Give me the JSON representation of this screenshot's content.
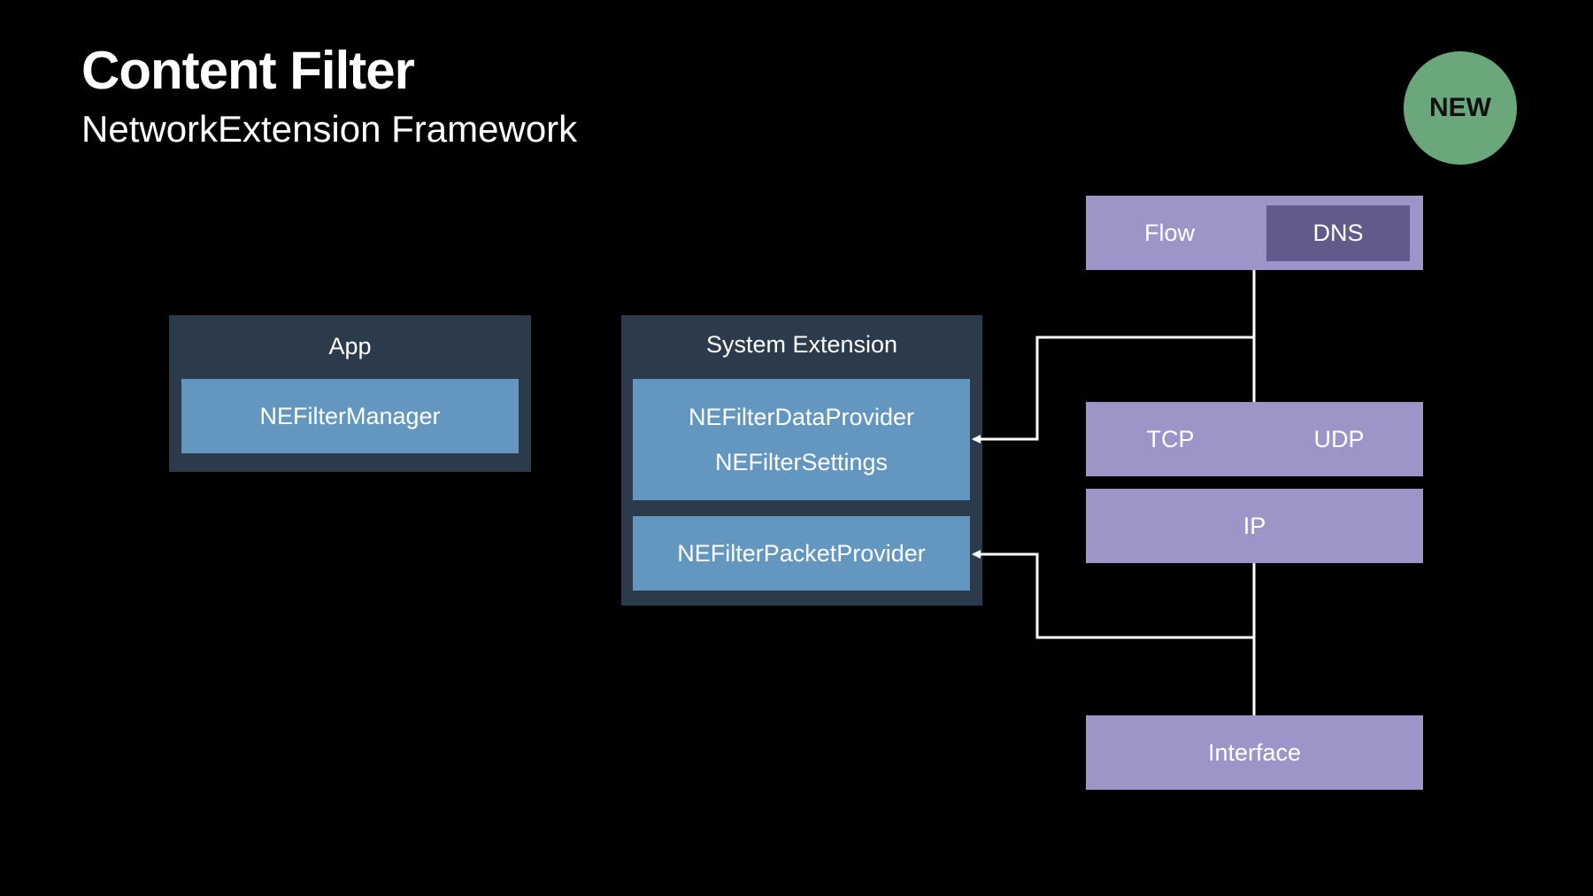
{
  "header": {
    "title": "Content Filter",
    "subtitle": "NetworkExtension Framework",
    "badge": "NEW"
  },
  "app_panel": {
    "label": "App",
    "manager": "NEFilterManager"
  },
  "system_extension_panel": {
    "label": "System Extension",
    "data_provider": "NEFilterDataProvider",
    "settings": "NEFilterSettings",
    "packet_provider": "NEFilterPacketProvider"
  },
  "network_stack": {
    "flow": "Flow",
    "dns": "DNS",
    "tcp": "TCP",
    "udp": "UDP",
    "ip": "IP",
    "interface": "Interface"
  },
  "colors": {
    "background": "#000000",
    "panel": "#2b3b4c",
    "provider_box": "#6497c0",
    "stack_box": "#9c96c8",
    "dns_box": "#625a8b",
    "badge": "#6aa87b",
    "connector": "#ffffff"
  }
}
